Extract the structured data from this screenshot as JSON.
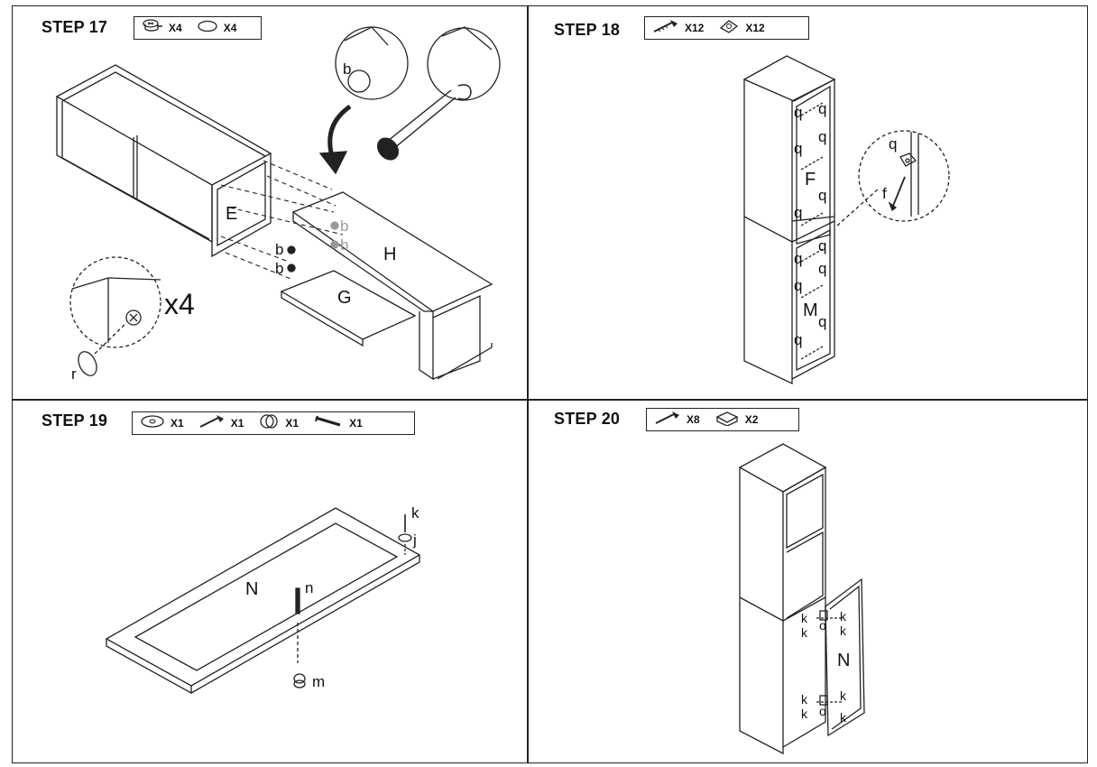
{
  "steps": [
    {
      "title": "STEP 17",
      "parts": [
        {
          "icon": "cam-lock-icon",
          "qty": "X4"
        },
        {
          "icon": "cover-cap-icon",
          "qty": "X4"
        }
      ],
      "labels": {
        "E": "E",
        "H": "H",
        "G": "G",
        "b1": "b",
        "b2": "b",
        "b3": "b",
        "b4": "b",
        "b5": "b",
        "r": "r",
        "x4": "x4"
      }
    },
    {
      "title": "STEP 18",
      "parts": [
        {
          "icon": "screw-icon",
          "qty": "X12"
        },
        {
          "icon": "hinge-plate-icon",
          "qty": "X12"
        }
      ],
      "labels": {
        "F": "F",
        "M": "M",
        "q": "q",
        "f": "f"
      }
    },
    {
      "title": "STEP 19",
      "parts": [
        {
          "icon": "washer-icon",
          "qty": "X1"
        },
        {
          "icon": "screw-icon",
          "qty": "X1"
        },
        {
          "icon": "knob-icon",
          "qty": "X1"
        },
        {
          "icon": "long-bolt-icon",
          "qty": "X1"
        }
      ],
      "labels": {
        "N": "N",
        "k": "k",
        "j": "j",
        "n": "n",
        "m": "m"
      }
    },
    {
      "title": "STEP 20",
      "parts": [
        {
          "icon": "screw-icon",
          "qty": "X8"
        },
        {
          "icon": "hinge-icon",
          "qty": "X2"
        }
      ],
      "labels": {
        "N": "N",
        "k": "k",
        "o": "o"
      }
    }
  ]
}
